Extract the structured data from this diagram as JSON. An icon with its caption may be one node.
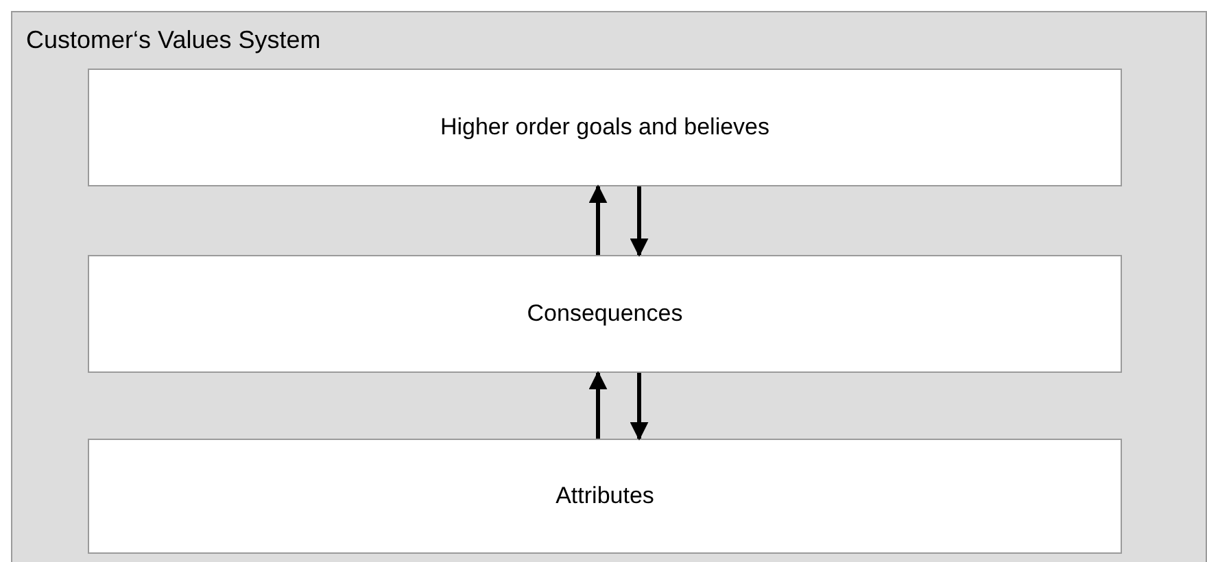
{
  "diagram": {
    "nodes": [
      {
        "text": [
          "Customer‘s  Values System"
        ]
      },
      {
        "text": [
          "Higher order goals and believes"
        ],
        "in": 0
      },
      {
        "text": [
          "Consequences"
        ],
        "in": 0
      },
      {
        "text": [
          "Attributes"
        ],
        "in": 0
      }
    ],
    "edges": [
      {
        "from": 2,
        "to": 1,
        "arrow": "to"
      },
      {
        "from": 1,
        "to": 2,
        "arrow": "to"
      },
      {
        "from": 3,
        "to": 2,
        "arrow": "to"
      },
      {
        "from": 2,
        "to": 3,
        "arrow": "to"
      }
    ]
  }
}
